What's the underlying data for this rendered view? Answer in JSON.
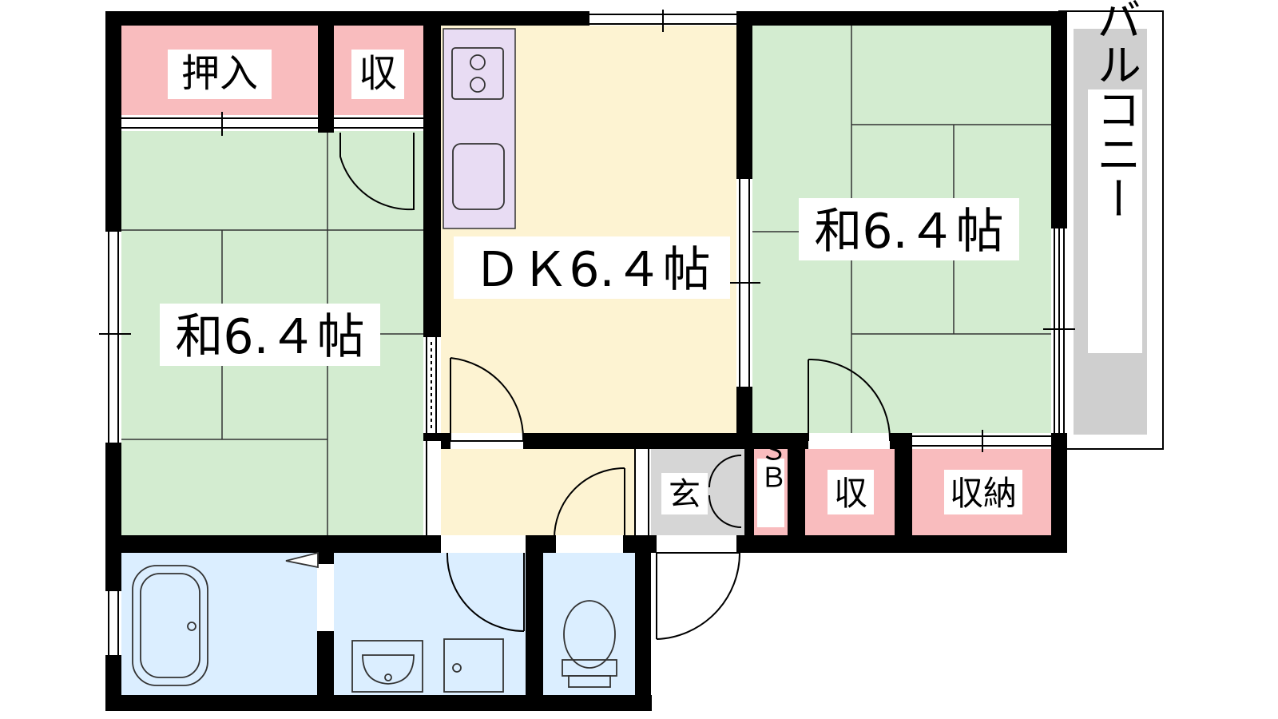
{
  "rooms": {
    "washitsu_left": "和6.４帖",
    "dk": "ＤＫ6.４帖",
    "washitsu_right": "和6.４帖",
    "oshiire": "押入",
    "storage_left": "収",
    "storage_right": "収",
    "storage_nou": "収納",
    "genkan": "玄",
    "shoe_box": "ＳＢ",
    "balcony": "バルコニー"
  },
  "colors": {
    "wall": "#000000",
    "tatami": "#d3ecd0",
    "dk_floor": "#fdf3d2",
    "storage": "#f9bcbe",
    "kitchen": "#e8dcf3",
    "wet_area": "#dbeeff",
    "genkan": "#d6d6d6",
    "balcony": "#cfcfcf"
  }
}
